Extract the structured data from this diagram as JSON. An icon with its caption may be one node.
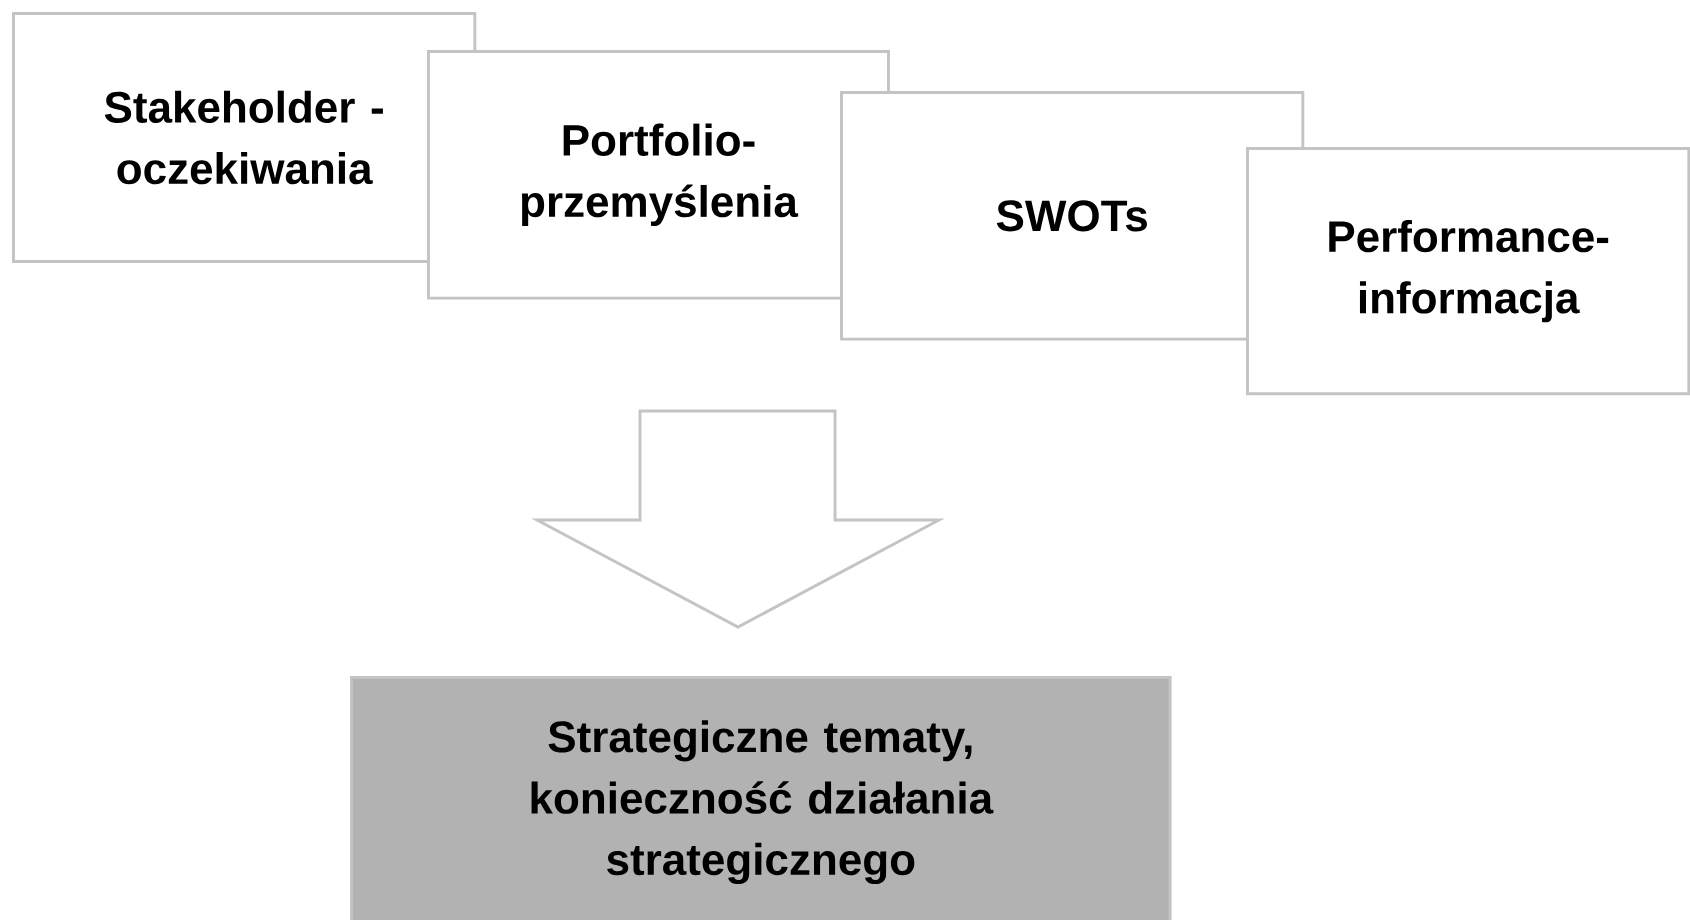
{
  "diagram": {
    "nodes": [
      {
        "text": [
          "Stakeholder - oczekiwania"
        ]
      },
      {
        "text": [
          "Portfolio-przemyślenia"
        ]
      },
      {
        "text": [
          "SWOTs"
        ]
      },
      {
        "text": [
          "Performance-informacja"
        ]
      },
      {
        "text": [
          "Strategiczne tematy, konieczność działania strategicznego"
        ]
      }
    ],
    "edges": [
      {
        "from": null,
        "to": 4,
        "arrow": "to"
      }
    ]
  }
}
